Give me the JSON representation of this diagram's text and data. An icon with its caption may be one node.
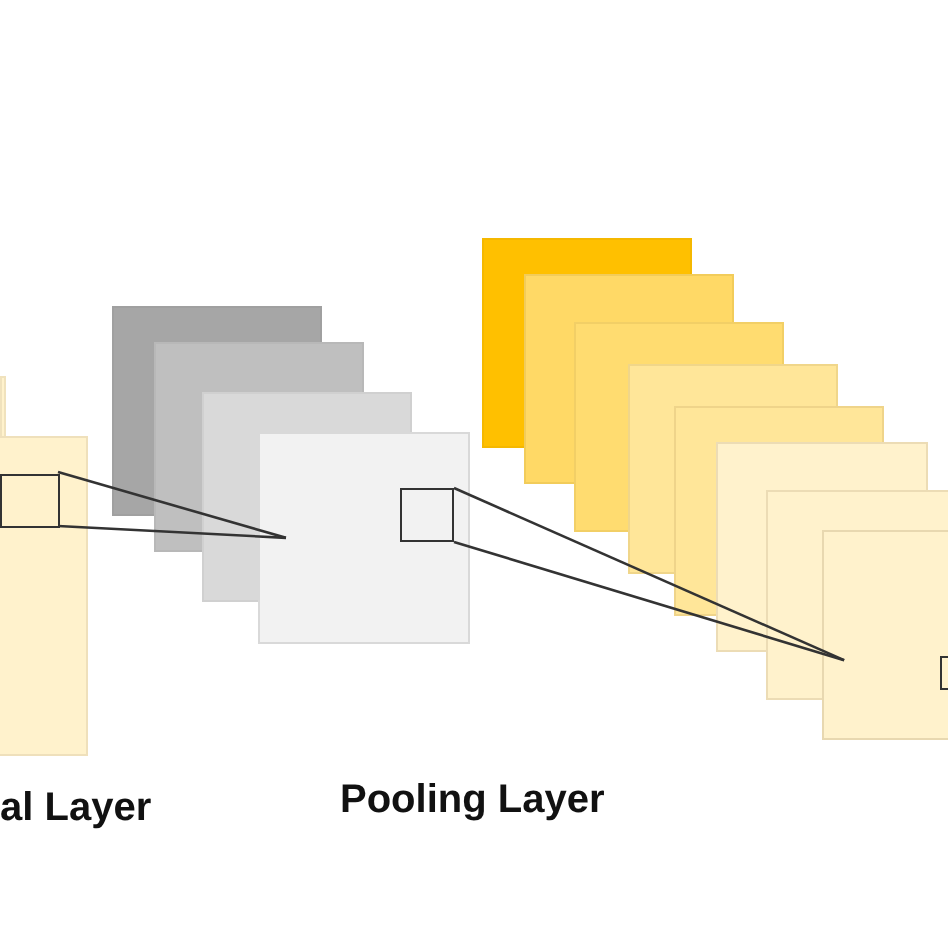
{
  "diagram": {
    "nodes": [
      {
        "text": [],
        "shape": "box"
      },
      {
        "text": [],
        "shape": "box"
      },
      {
        "text": [],
        "shape": "box",
        "in": 1
      },
      {
        "text": [],
        "shape": "box"
      },
      {
        "text": [],
        "shape": "box",
        "in": 3
      },
      {
        "text": [],
        "shape": "box"
      },
      {
        "text": [],
        "shape": "box",
        "in": 5
      }
    ],
    "edges": [
      {
        "from": 2,
        "to": 3,
        "arrow": "none"
      },
      {
        "from": 2,
        "to": 3,
        "arrow": "none"
      },
      {
        "from": 4,
        "to": 5,
        "arrow": "none"
      },
      {
        "from": 4,
        "to": 5,
        "arrow": "none"
      }
    ],
    "labels": [
      "al Layer",
      "Pooling Layer"
    ]
  }
}
